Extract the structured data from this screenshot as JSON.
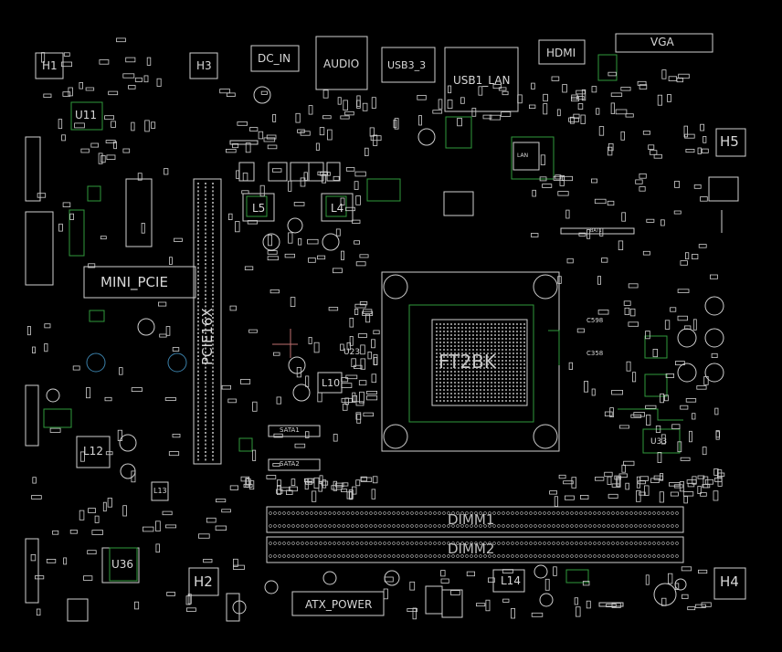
{
  "board": {
    "labels": {
      "h1": "H1",
      "h2": "H2",
      "h3": "H3",
      "h4": "H4",
      "h5": "H5",
      "dc_in": "DC_IN",
      "audio": "AUDIO",
      "usb3": "USB3_3",
      "usb_lan": "USB1_LAN",
      "hdmi": "HDMI",
      "vga": "VGA",
      "u11": "U11",
      "mini_pcie": "MINI_PCIE",
      "pcie_x16": "PCIE16X",
      "l5": "L5",
      "l4": "L4",
      "l10": "L10",
      "l12": "L12",
      "l13": "L13",
      "l14": "L14",
      "u36": "U36",
      "u33": "U33",
      "u23": "U23",
      "ft2": "FT2BK",
      "dimm1": "DIMM1",
      "dimm2": "DIMM2",
      "atx_power": "ATX_POWER",
      "sata1": "SATA1",
      "sata2": "SATA2",
      "lan": "LAN",
      "bat": "BAT1",
      "c598": "C598",
      "c358": "C358"
    },
    "colors": {
      "background": "#000000",
      "silkscreen": "#d8d8d8",
      "copper_outline": "#2f9a3b",
      "highlight": "#c07070"
    }
  }
}
